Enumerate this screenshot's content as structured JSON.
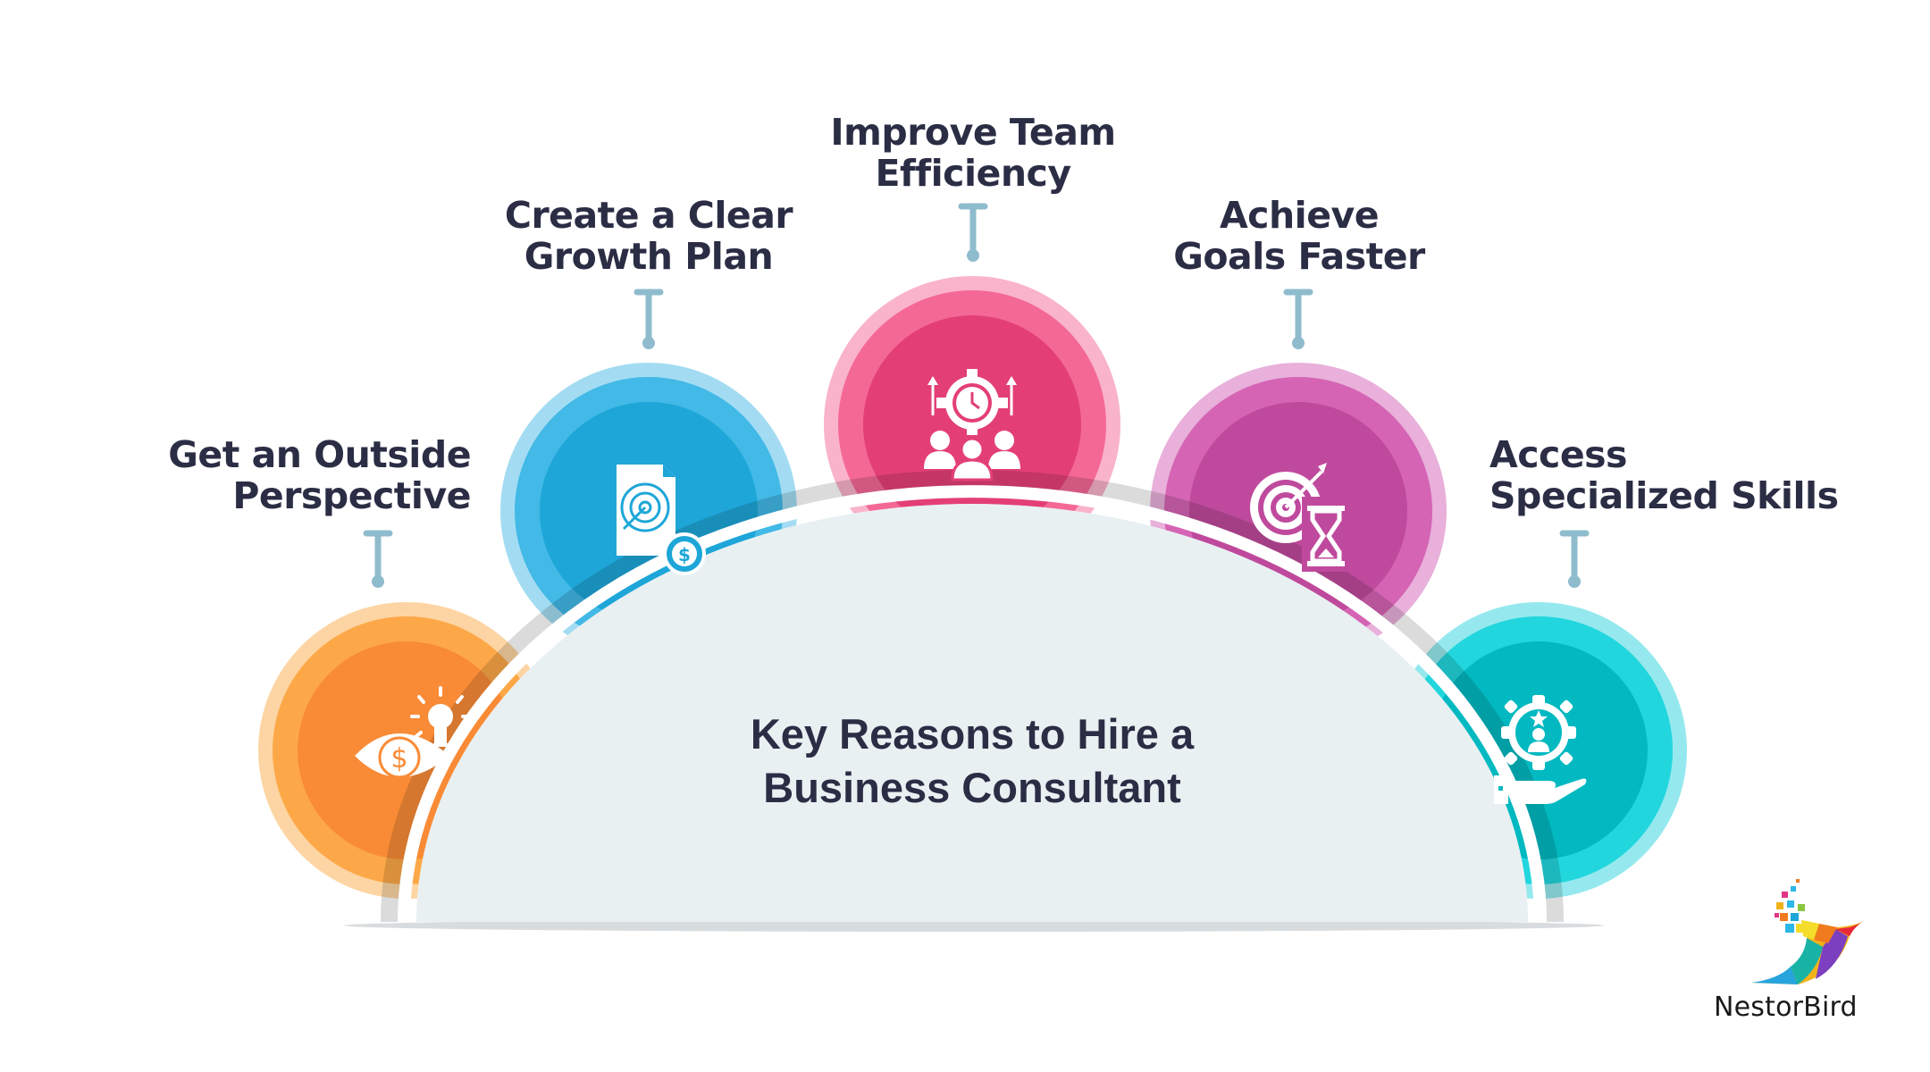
{
  "title": {
    "line1": "Key Reasons to Hire a",
    "line2": "Business Consultant"
  },
  "items": [
    {
      "id": "outside-perspective",
      "line1": "Get an Outside",
      "line2": "Perspective",
      "icon": "eye-dollar-lightbulb-icon",
      "color_outer": "#fdd5a4",
      "color_mid": "#fda848",
      "color_inner": "#f98b36"
    },
    {
      "id": "growth-plan",
      "line1": "Create a Clear",
      "line2": "Growth Plan",
      "icon": "document-target-dollar-icon",
      "color_outer": "#a3dcf2",
      "color_mid": "#42b9e6",
      "color_inner": "#1ea6d8"
    },
    {
      "id": "team-efficiency",
      "line1": "Improve Team",
      "line2": "Efficiency",
      "icon": "team-gear-clock-icon",
      "color_outer": "#f9b3cb",
      "color_mid": "#f46896",
      "color_inner": "#e33f76"
    },
    {
      "id": "goals-faster",
      "line1": "Achieve",
      "line2": "Goals Faster",
      "icon": "target-hourglass-icon",
      "color_outer": "#e8b0da",
      "color_mid": "#d564b4",
      "color_inner": "#bf4a9d"
    },
    {
      "id": "specialized-skills",
      "line1": "Access",
      "line2": "Specialized Skills",
      "icon": "hand-gear-person-icon",
      "color_outer": "#95e9ee",
      "color_mid": "#22d6de",
      "color_inner": "#02b9c1"
    }
  ],
  "colors": {
    "text": "#2b2d45",
    "connector": "#8fbccd",
    "dome": "#e9f0f2",
    "shadow": "#d9dcde"
  },
  "brand": {
    "name": "NestorBird",
    "logo": "pixel-bird-logo-icon"
  }
}
